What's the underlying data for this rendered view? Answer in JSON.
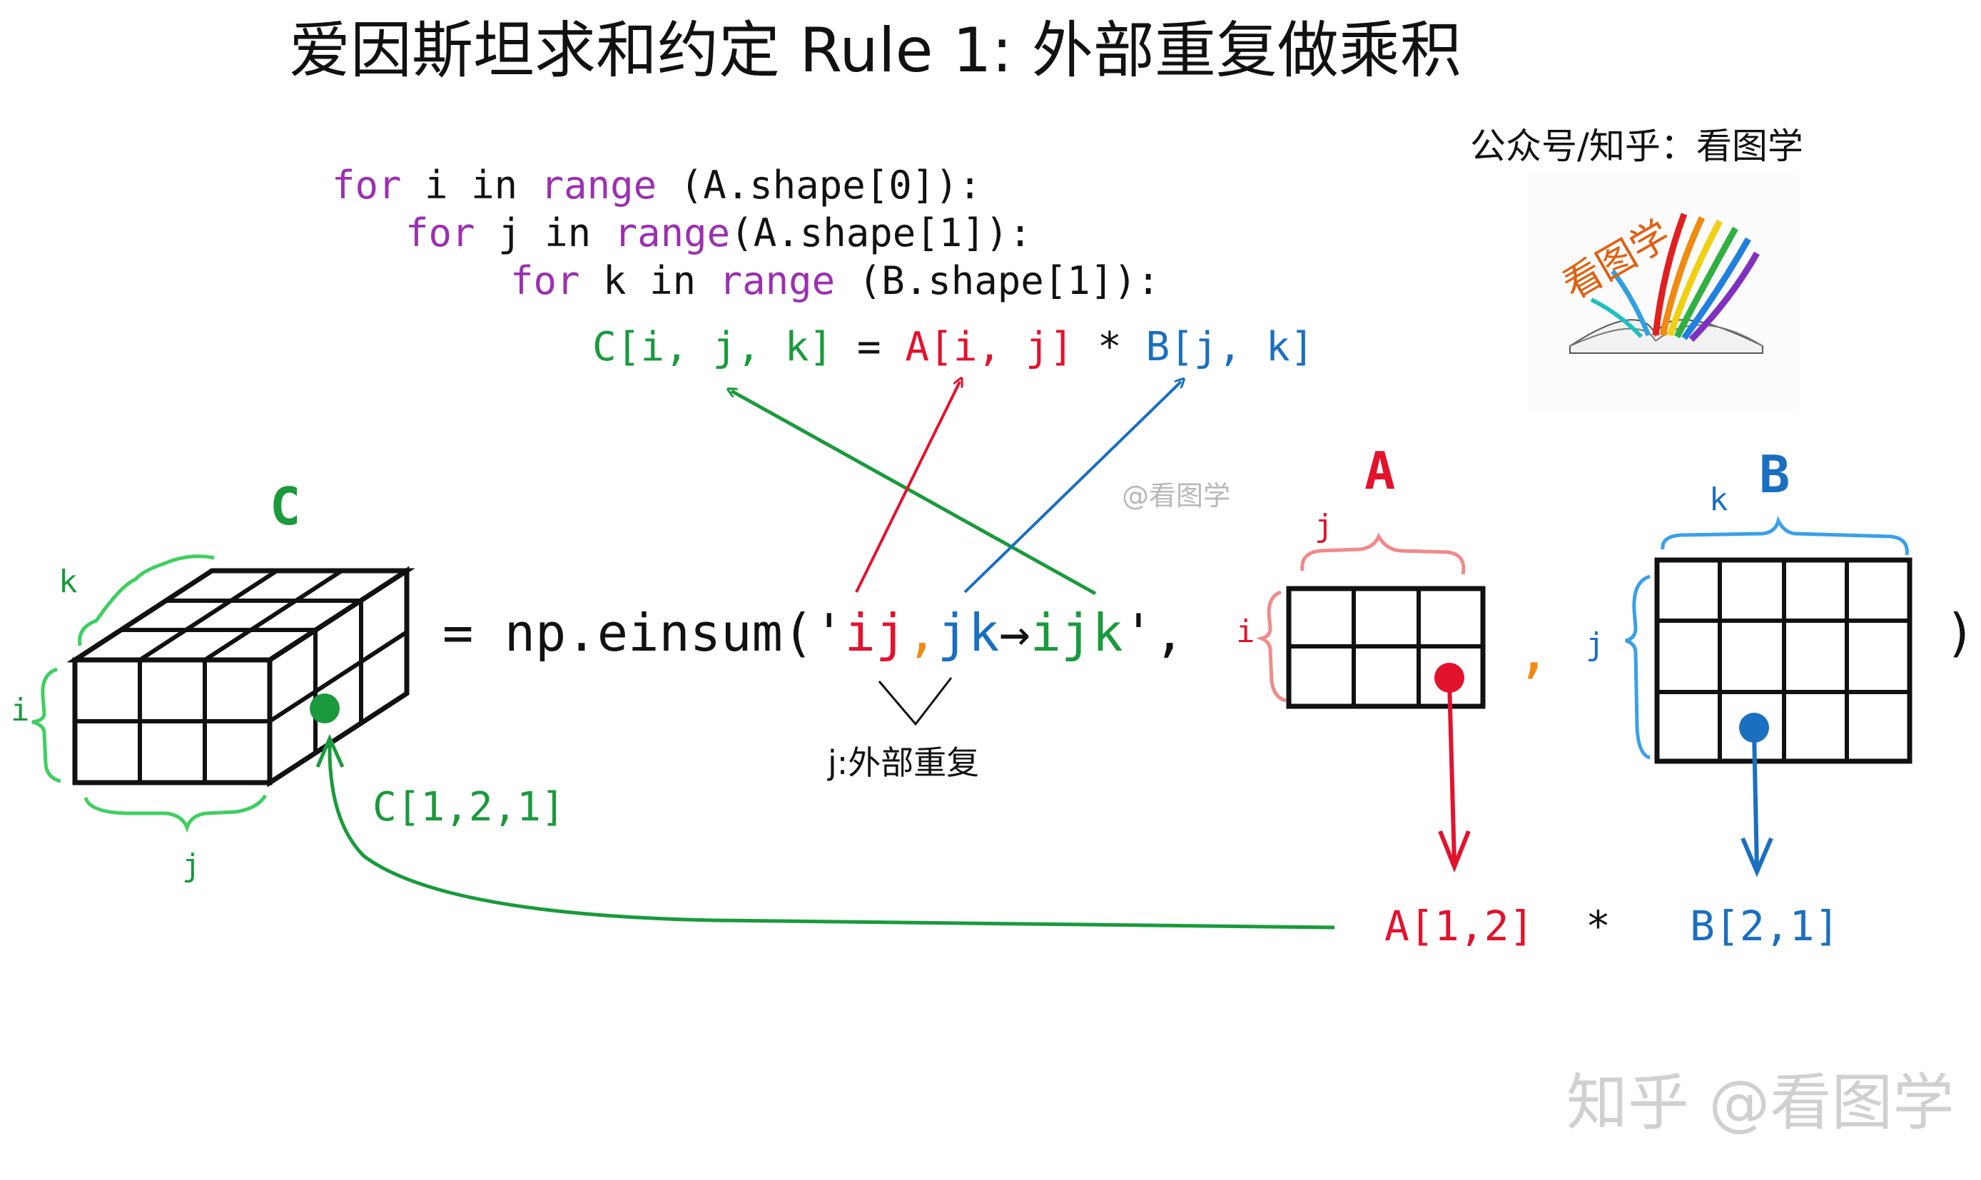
{
  "title": "爱因斯坦求和约定 Rule 1: 外部重复做乘积",
  "account_label": "公众号/知乎：看图学",
  "logo_text": "看图学",
  "watermark_center": "@看图学",
  "watermark_bottom": "知乎 @看图学",
  "code": {
    "line1": {
      "kw1": "for",
      "var": " i in ",
      "kw2": "range",
      "rest": " (A.shape[0]):"
    },
    "line2": {
      "kw1": "for",
      "var": " j in ",
      "kw2": "range",
      "rest": "(A.shape[1]):"
    },
    "line3": {
      "kw1": "for",
      "var": "  k in ",
      "kw2": "range",
      "rest": " (B.shape[1]):"
    },
    "line4": {
      "c": "C[i, j, k]",
      "eq": " = ",
      "a": "A[i, j]",
      "mul": " * ",
      "b": "B[j, k]"
    }
  },
  "einsum": {
    "prefix": "= np.einsum('",
    "ij": "ij",
    "comma1": ",",
    "jk": "jk",
    "arrow": "→",
    "ijk": "ijk",
    "suffix": "',",
    "close": ")",
    "comma2": ","
  },
  "annotation": "j:外部重复",
  "labels": {
    "C": "C",
    "A": "A",
    "B": "B",
    "C_k": "k",
    "C_i": "i",
    "C_j": "j",
    "A_j": "j",
    "A_i": "i",
    "B_k": "k",
    "B_j": "j",
    "C_elem": "C[1,2,1]",
    "A_elem": "A[1,2]",
    "times": "*",
    "B_elem": "B[2,1]"
  },
  "colors": {
    "purple": "#9b30b0",
    "green": "#1a9a3c",
    "red": "#e3122d",
    "blue": "#1a6fc0",
    "light_green": "#3fcf60",
    "light_red": "#f08a8a",
    "light_blue": "#3aa0e8",
    "black": "#111111"
  }
}
